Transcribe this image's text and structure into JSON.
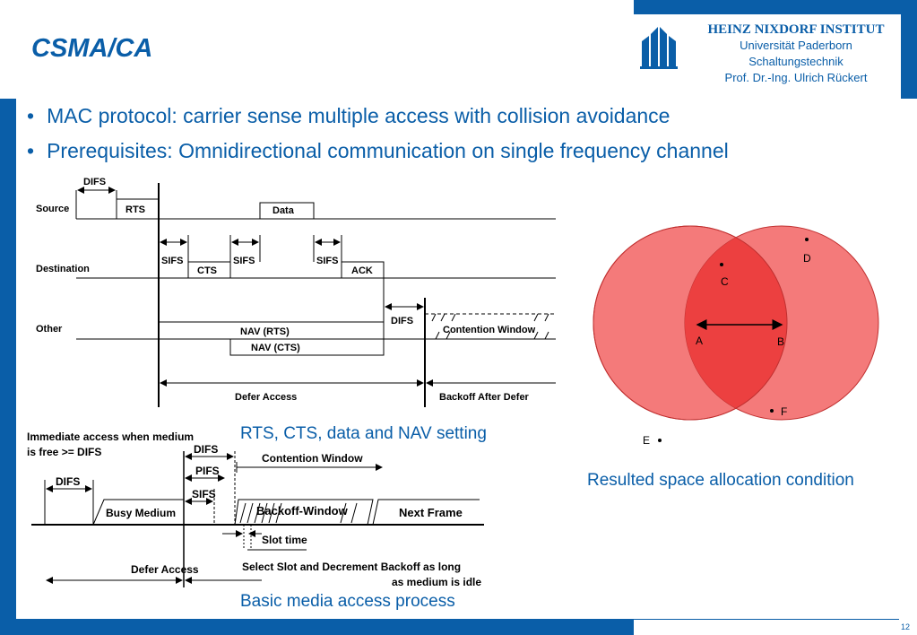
{
  "header": {
    "title": "CSMA/CA",
    "institute_name": "HEINZ NIXDORF INSTITUT",
    "institute_line1": "Universität Paderborn",
    "institute_line2": "Schaltungstechnik",
    "institute_line3": "Prof. Dr.-Ing. Ulrich Rückert"
  },
  "bullets": [
    "MAC protocol: carrier sense multiple access with collision avoidance",
    "Prerequisites: Omnidirectional communication on single frequency channel"
  ],
  "timing_diagram": {
    "rows": [
      "Source",
      "Destination",
      "Other"
    ],
    "labels": {
      "difs_top": "DIFS",
      "rts": "RTS",
      "data": "Data",
      "sifs1": "SIFS",
      "cts": "CTS",
      "sifs2": "SIFS",
      "sifs3": "SIFS",
      "ack": "ACK",
      "difs_other": "DIFS",
      "contention_window": "Contention Window",
      "nav_rts": "NAV (RTS)",
      "nav_cts": "NAV (CTS)",
      "defer_access": "Defer Access",
      "backoff_after_defer": "Backoff After Defer"
    },
    "caption": "RTS, CTS, data and NAV setting"
  },
  "space_diagram": {
    "nodes": [
      "A",
      "B",
      "C",
      "D",
      "E",
      "F"
    ],
    "caption": "Resulted space allocation condition",
    "colors": {
      "circle": "#f47a7a",
      "overlap": "#ec4040"
    }
  },
  "access_diagram": {
    "labels": {
      "immediate_line1": "Immediate access when medium",
      "immediate_line2": "is free >= DIFS",
      "difs_left": "DIFS",
      "difs_top": "DIFS",
      "pifs": "PIFS",
      "sifs": "SIFS",
      "contention_window": "Contention Window",
      "busy_medium": "Busy Medium",
      "backoff_window": "Backoff-Window",
      "next_frame": "Next Frame",
      "slot_time": "Slot time",
      "defer_access": "Defer Access",
      "select_line1": "Select Slot and Decrement Backoff as long",
      "select_line2": "as medium is idle"
    },
    "caption": "Basic media access process"
  },
  "footer": {
    "page_number": "12"
  }
}
